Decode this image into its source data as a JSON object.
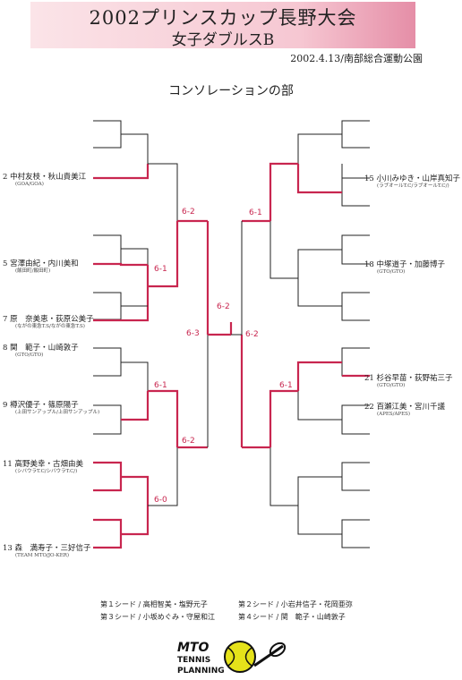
{
  "header": {
    "title": "2002プリンスカップ長野大会",
    "subtitle": "女子ダブルスB",
    "date_venue": "2002.4.13/南部総合運動公園",
    "section": "コンソレーションの部"
  },
  "players_left": [
    {
      "name": "2  中村友枝・秋山貴美江",
      "club": "(GOA/GOA)"
    },
    {
      "name": "5  宮澤由紀・内川美和",
      "club": "(飯田町/飯田町)"
    },
    {
      "name": "7  原　奈美恵・荻原公美子",
      "club": "(ながの東急T.S/ながの東急T.S)"
    },
    {
      "name": "8  関　範子・山崎敦子",
      "club": "(GTO/GTO)"
    },
    {
      "name": "9  樽沢優子・篠原陽子",
      "club": "(上田サンアップル/上田サンアップル)"
    },
    {
      "name": "11 高野美幸・古畑由美",
      "club": "(シバウラT.C/シバウラT.C/)"
    },
    {
      "name": "13 森　満寿子・三好信子",
      "club": "(TEAM MTO/JO-KER)"
    }
  ],
  "players_right": [
    {
      "name": "15 小川みゆき・山岸真知子",
      "club": "(ラブオールT.C/ラブオールT.C/)"
    },
    {
      "name": "18 中塚道子・加藤博子",
      "club": "(GTO/GTO)"
    },
    {
      "name": "21 杉谷早苗・荻野祐三子",
      "club": "(GTO/GTO)"
    },
    {
      "name": "22 百瀬江美・宮川千議",
      "club": "(APES/APES)"
    }
  ],
  "scores": {
    "l_r2_a": "6-1",
    "l_r3_a": "6-2",
    "l_r2_b": "6-1",
    "l_r2_c": "6-0",
    "l_r3_b": "6-2",
    "l_r4": "6-3",
    "final": "6-2",
    "r_r3_a": "6-1",
    "r_r2_b": "6-1",
    "r_r4": "6-2"
  },
  "seeds": {
    "s1": "第１シード / 高相智美・塩野元子",
    "s2": "第２シード / 小岩井信子・花岡亜弥",
    "s3": "第３シード / 小坂めぐみ・守屋和江",
    "s4": "第４シード / 関　範子・山崎敦子"
  },
  "logo": {
    "line1": "MTO",
    "line2": "TENNIS",
    "line3": "PLANNING"
  },
  "colors": {
    "winner_line": "#c8264f",
    "line": "#222222",
    "banner": "#f6c7d2"
  }
}
